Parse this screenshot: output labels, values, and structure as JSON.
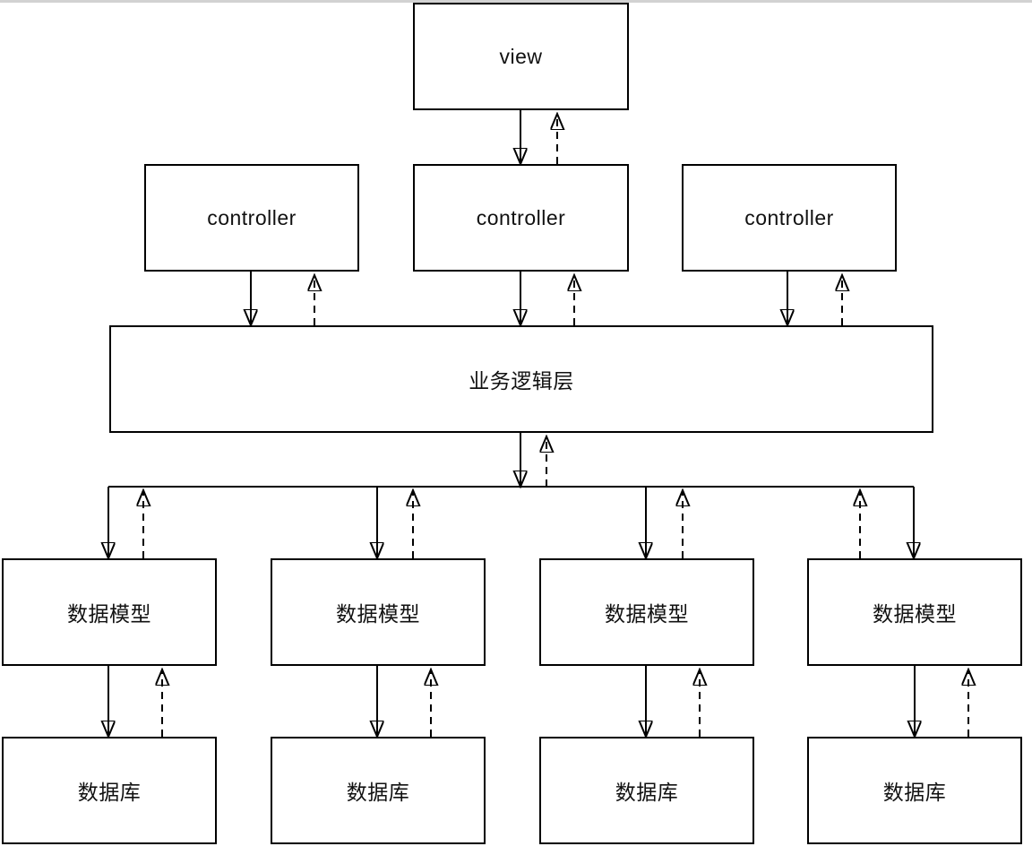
{
  "window": {
    "top_edge_color": "#d2d2d2"
  },
  "diagram": {
    "background_color": "#ffffff",
    "stroke_color": "#000000",
    "nodes": [
      {
        "id": "view",
        "label": "view"
      },
      {
        "id": "controller-1",
        "label": "controller"
      },
      {
        "id": "controller-2",
        "label": "controller"
      },
      {
        "id": "controller-3",
        "label": "controller"
      },
      {
        "id": "business-logic-layer",
        "label": "业务逻辑层"
      },
      {
        "id": "data-model-1",
        "label": "数据模型"
      },
      {
        "id": "data-model-2",
        "label": "数据模型"
      },
      {
        "id": "data-model-3",
        "label": "数据模型"
      },
      {
        "id": "data-model-4",
        "label": "数据模型"
      },
      {
        "id": "database-1",
        "label": "数据库"
      },
      {
        "id": "database-2",
        "label": "数据库"
      },
      {
        "id": "database-3",
        "label": "数据库"
      },
      {
        "id": "database-4",
        "label": "数据库"
      }
    ],
    "edges": [
      {
        "from": "view",
        "to": "controller-2",
        "style": "solid",
        "direction": "down"
      },
      {
        "from": "controller-2",
        "to": "view",
        "style": "dashed",
        "direction": "up"
      },
      {
        "from": "controller-1",
        "to": "business-logic-layer",
        "style": "solid",
        "direction": "down"
      },
      {
        "from": "business-logic-layer",
        "to": "controller-1",
        "style": "dashed",
        "direction": "up"
      },
      {
        "from": "controller-2",
        "to": "business-logic-layer",
        "style": "solid",
        "direction": "down"
      },
      {
        "from": "business-logic-layer",
        "to": "controller-2",
        "style": "dashed",
        "direction": "up"
      },
      {
        "from": "controller-3",
        "to": "business-logic-layer",
        "style": "solid",
        "direction": "down"
      },
      {
        "from": "business-logic-layer",
        "to": "controller-3",
        "style": "dashed",
        "direction": "up"
      },
      {
        "from": "business-logic-layer",
        "to": "data-model-1",
        "style": "solid",
        "direction": "down"
      },
      {
        "from": "data-model-1",
        "to": "business-logic-layer",
        "style": "dashed",
        "direction": "up"
      },
      {
        "from": "business-logic-layer",
        "to": "data-model-2",
        "style": "solid",
        "direction": "down"
      },
      {
        "from": "data-model-2",
        "to": "business-logic-layer",
        "style": "dashed",
        "direction": "up"
      },
      {
        "from": "business-logic-layer",
        "to": "data-model-3",
        "style": "solid",
        "direction": "down"
      },
      {
        "from": "data-model-3",
        "to": "business-logic-layer",
        "style": "dashed",
        "direction": "up"
      },
      {
        "from": "business-logic-layer",
        "to": "data-model-4",
        "style": "solid",
        "direction": "down"
      },
      {
        "from": "data-model-4",
        "to": "business-logic-layer",
        "style": "dashed",
        "direction": "up"
      },
      {
        "from": "data-model-1",
        "to": "database-1",
        "style": "solid",
        "direction": "down"
      },
      {
        "from": "database-1",
        "to": "data-model-1",
        "style": "dashed",
        "direction": "up"
      },
      {
        "from": "data-model-2",
        "to": "database-2",
        "style": "solid",
        "direction": "down"
      },
      {
        "from": "database-2",
        "to": "data-model-2",
        "style": "dashed",
        "direction": "up"
      },
      {
        "from": "data-model-3",
        "to": "database-3",
        "style": "solid",
        "direction": "down"
      },
      {
        "from": "database-3",
        "to": "data-model-3",
        "style": "dashed",
        "direction": "up"
      },
      {
        "from": "data-model-4",
        "to": "database-4",
        "style": "solid",
        "direction": "down"
      },
      {
        "from": "database-4",
        "to": "data-model-4",
        "style": "dashed",
        "direction": "up"
      }
    ]
  }
}
